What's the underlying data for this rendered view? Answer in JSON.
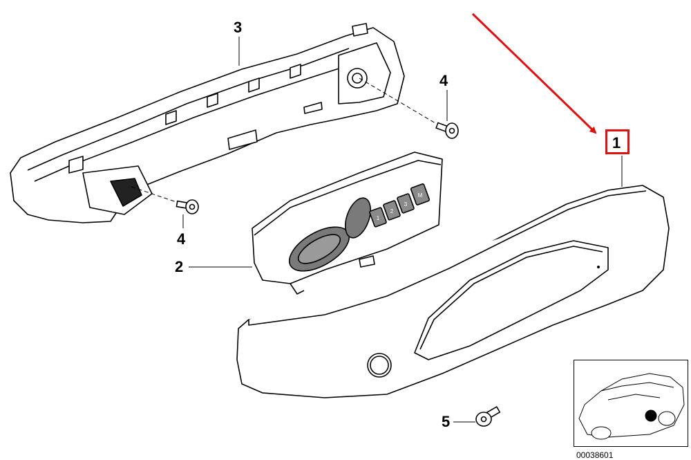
{
  "diagram": {
    "callouts": {
      "part1": "1",
      "part2": "2",
      "part3": "3",
      "part4_top": "4",
      "part4_bottom": "4",
      "part5": "5"
    },
    "switch_buttons": [
      "1",
      "2",
      "3",
      "M"
    ],
    "reference_number": "00038601",
    "colors": {
      "highlight": "#e01010",
      "line": "#000000",
      "part_fill": "#ffffff",
      "switch_fill": "#7a7a7a"
    }
  }
}
